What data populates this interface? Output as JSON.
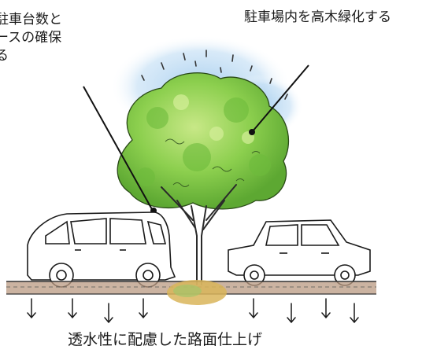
{
  "labels": {
    "parking_capacity": [
      "駐車台数と",
      "ースの確保",
      "る"
    ],
    "tree_greening": "駐車場内を高木緑化する",
    "permeable_pavement": "透水性に配慮した路面仕上げ"
  },
  "colors": {
    "foliage_light": "#b8de72",
    "foliage_mid": "#8ccf4e",
    "foliage_dark": "#5da832",
    "sky_blue": "#9cc8ec",
    "ground_brown": "#b99a82",
    "ground_ochre": "#d9b55a"
  }
}
